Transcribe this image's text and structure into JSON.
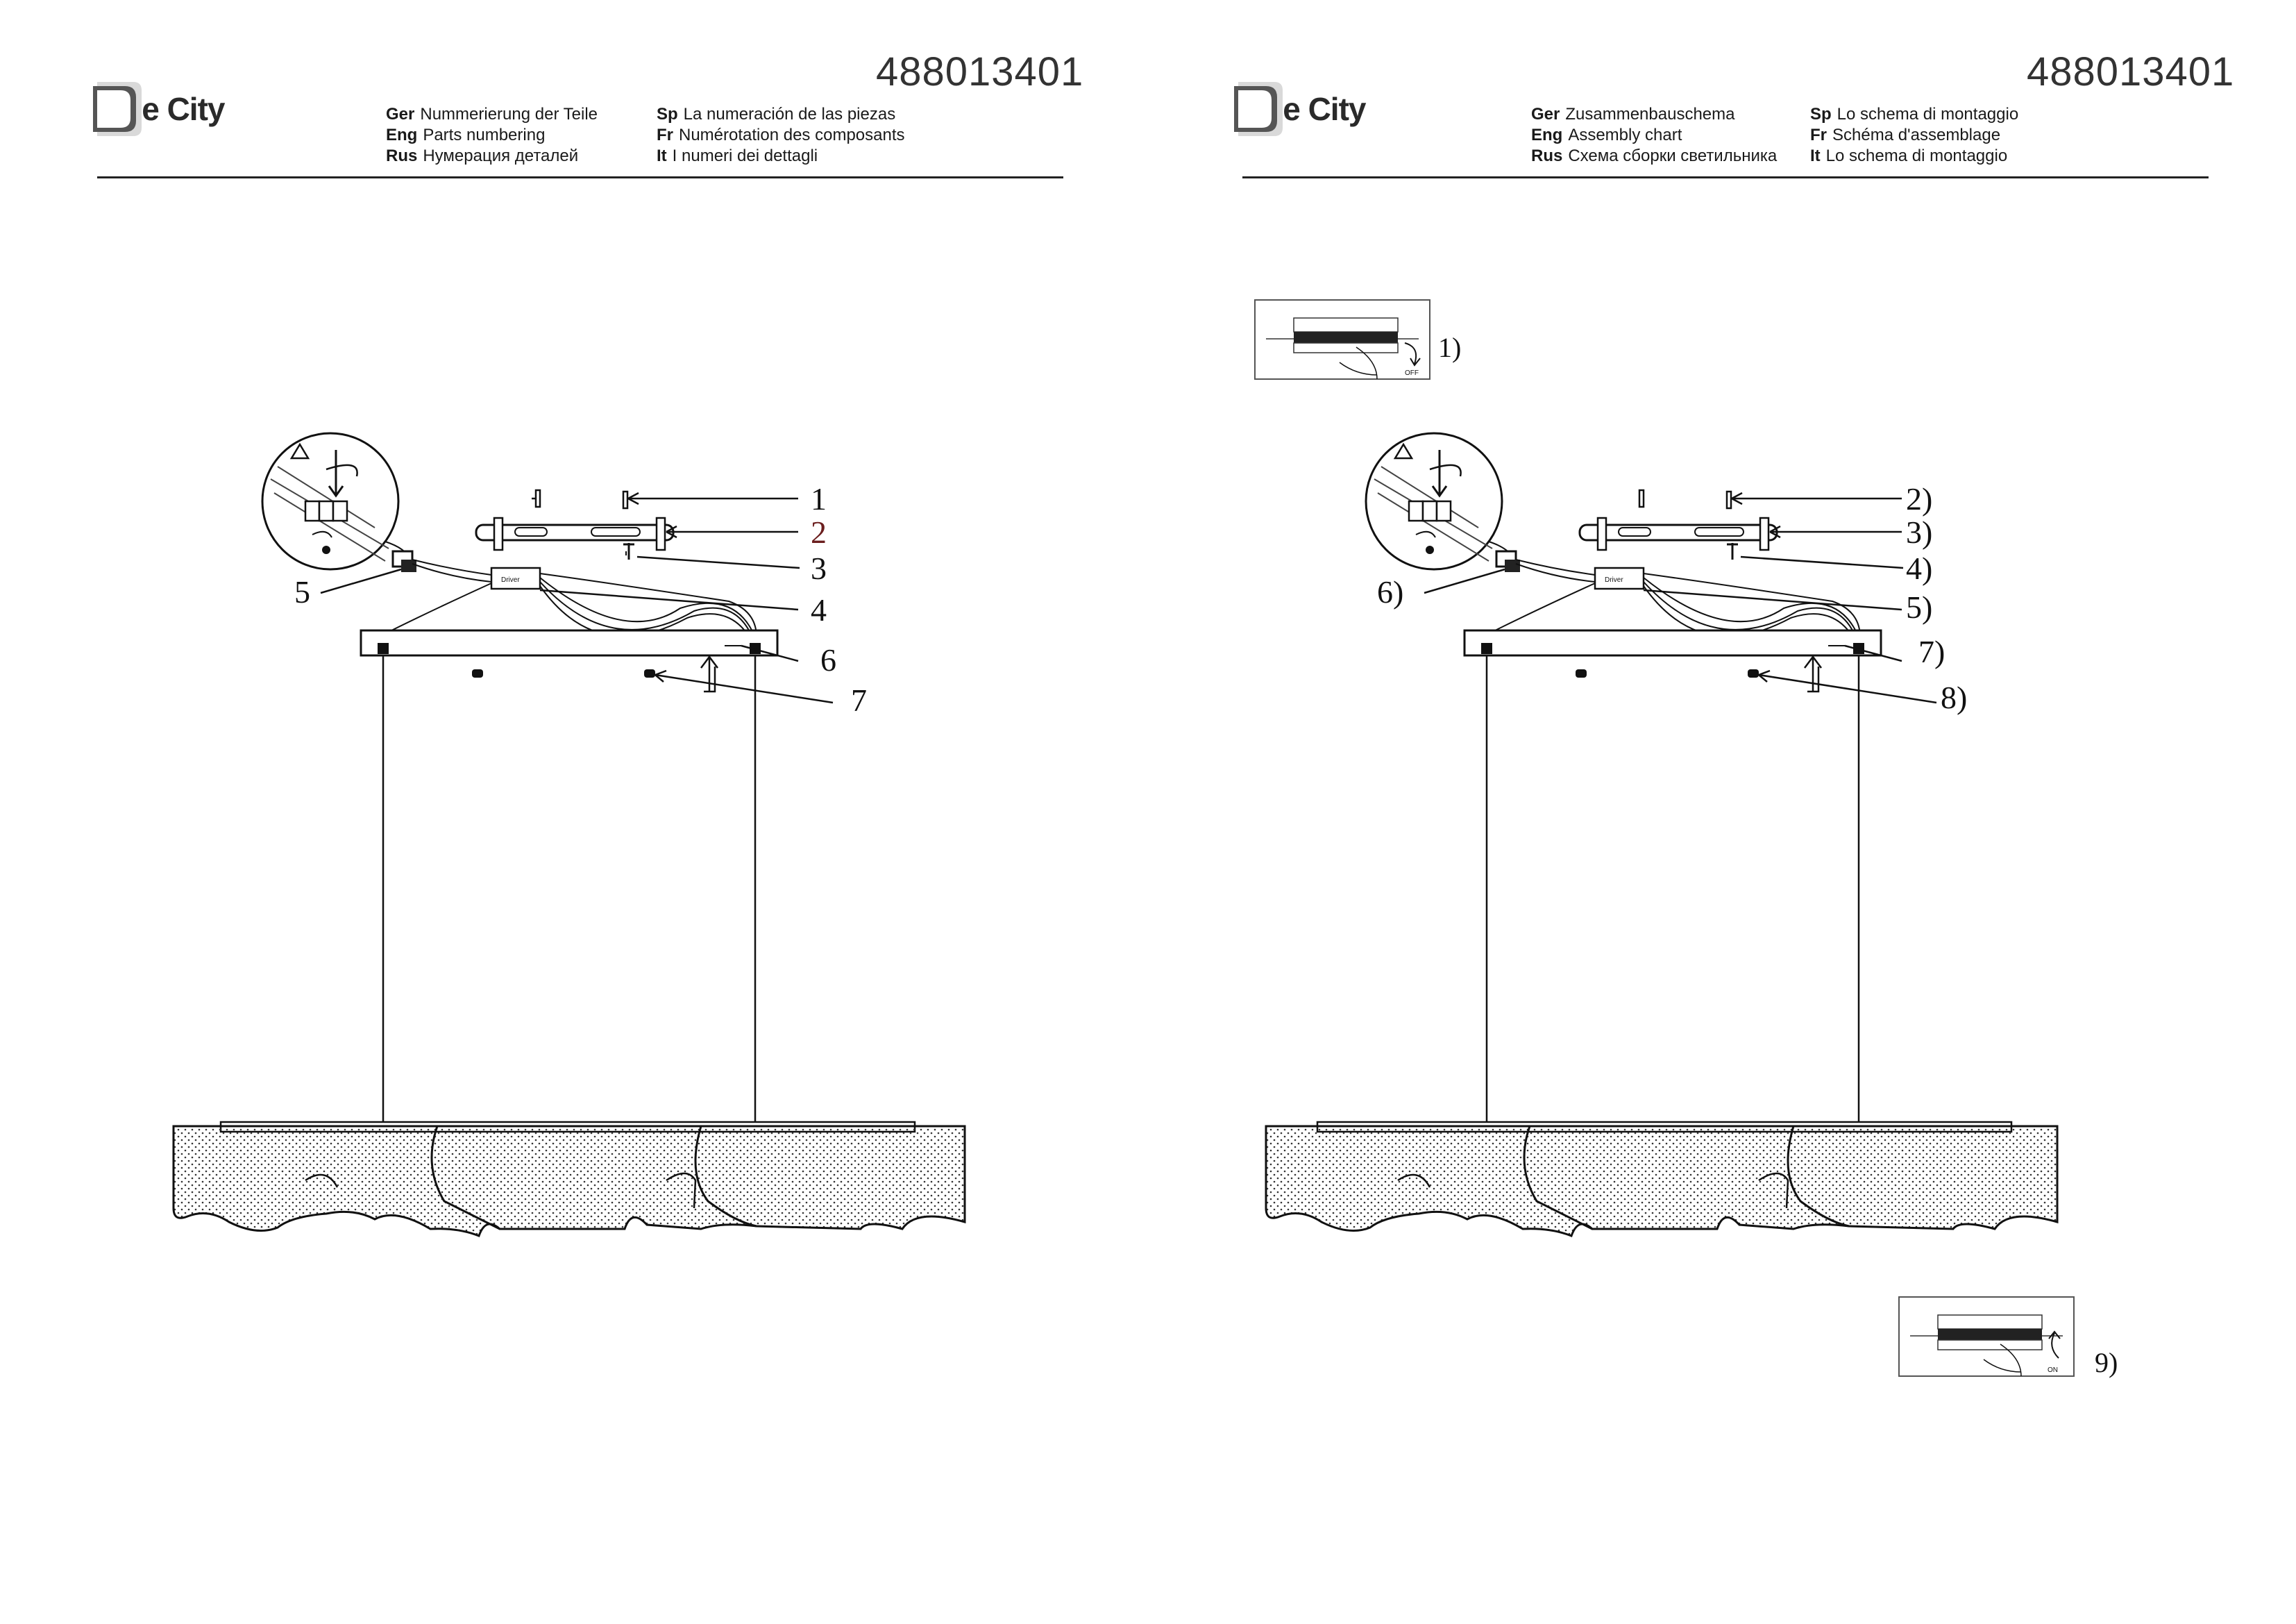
{
  "doc_number": "488013401",
  "brand": {
    "name": "De City"
  },
  "left_page": {
    "title_rows": [
      {
        "col1_code": "Ger",
        "col1_text": "Nummerierung der Teile",
        "col2_code": "Sp",
        "col2_text": "La numeración de las piezas"
      },
      {
        "col1_code": "Eng",
        "col1_text": "Parts numbering",
        "col2_code": "Fr",
        "col2_text": "Numérotation des composants"
      },
      {
        "col1_code": "Rus",
        "col1_text": "Нумерация деталей",
        "col2_code": "It",
        "col2_text": "I numeri dei dettagli"
      }
    ],
    "callouts": [
      "1",
      "2",
      "3",
      "4",
      "5",
      "6",
      "7"
    ]
  },
  "right_page": {
    "title_rows": [
      {
        "col1_code": "Ger",
        "col1_text": "Zusammenbauschema",
        "col2_code": "Sp",
        "col2_text": "Lo schema di montaggio"
      },
      {
        "col1_code": "Eng",
        "col1_text": "Assembly chart",
        "col2_code": "Fr",
        "col2_text": "Schéma d'assemblage"
      },
      {
        "col1_code": "Rus",
        "col1_text": "Схема сборки светильника",
        "col2_code": "It",
        "col2_text": "Lo schema di montaggio"
      }
    ],
    "callouts": [
      "1)",
      "2)",
      "3)",
      "4)",
      "5)",
      "6)",
      "7)",
      "8)",
      "9)"
    ],
    "switch_off_label": "OFF",
    "switch_on_label": "ON"
  },
  "driver_label": "Driver"
}
